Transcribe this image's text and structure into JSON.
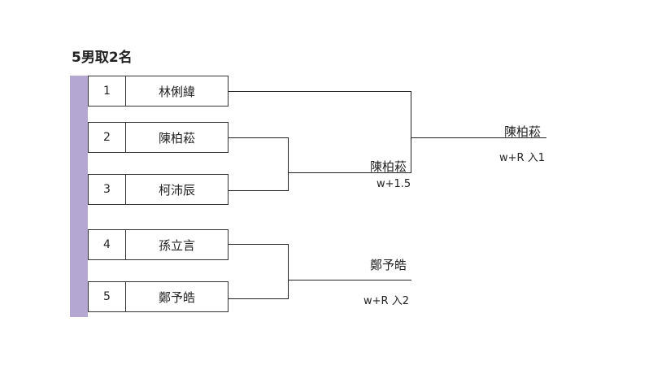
{
  "title": "5男取2名",
  "entries": [
    {
      "seed": "1",
      "name": "林俐緯"
    },
    {
      "seed": "2",
      "name": "陳柏菘"
    },
    {
      "seed": "3",
      "name": "柯沛辰"
    },
    {
      "seed": "4",
      "name": "孫立言"
    },
    {
      "seed": "5",
      "name": "鄭予皓"
    }
  ],
  "matches": {
    "semi_a": {
      "winner": "陳柏菘",
      "score": "w+1.5"
    },
    "final_a": {
      "winner": "陳柏菘",
      "score": "w+R 入1"
    },
    "final_b": {
      "winner": "鄭予皓",
      "score": "w+R 入2"
    }
  },
  "colors": {
    "side_bar": "#b4a7d1",
    "lines": "#222222"
  }
}
